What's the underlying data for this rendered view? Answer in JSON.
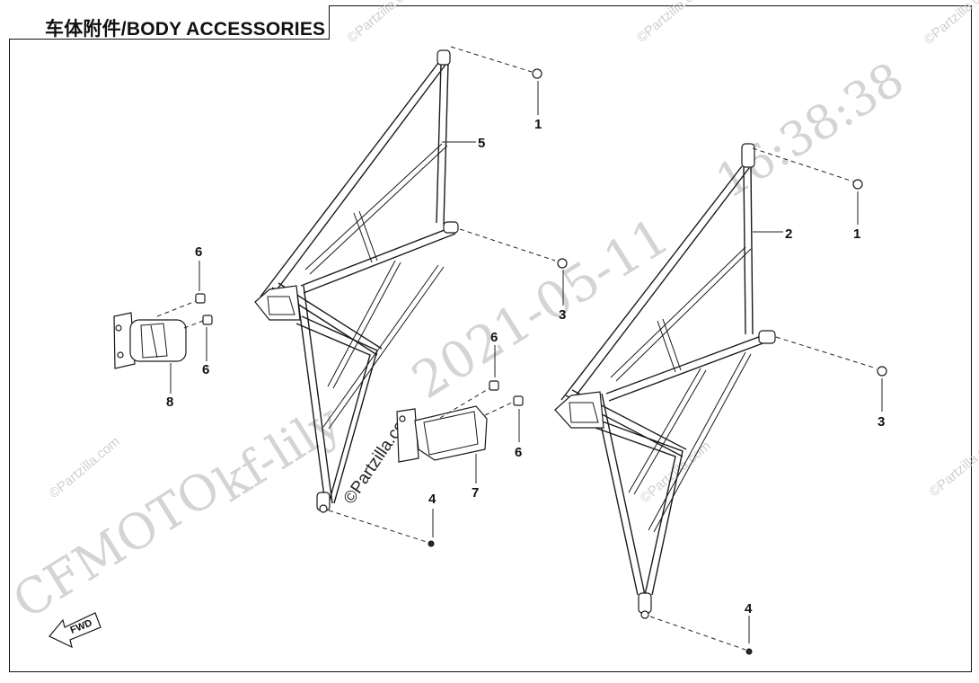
{
  "title": "车体附件/BODY ACCESSORIES",
  "callouts": {
    "c1a": "1",
    "c1b": "1",
    "c2": "2",
    "c3a": "3",
    "c3b": "3",
    "c4a": "4",
    "c4b": "4",
    "c5": "5",
    "c6a": "6",
    "c6b": "6",
    "c6c": "6",
    "c6d": "6",
    "c7": "7",
    "c8": "8"
  },
  "fwd_label": "FWD",
  "watermarks": {
    "date": "2021-05-11",
    "time": "16:38:38",
    "brand": "CFMOTO",
    "user": "kf-lily",
    "site": "©Partzilla.com"
  }
}
